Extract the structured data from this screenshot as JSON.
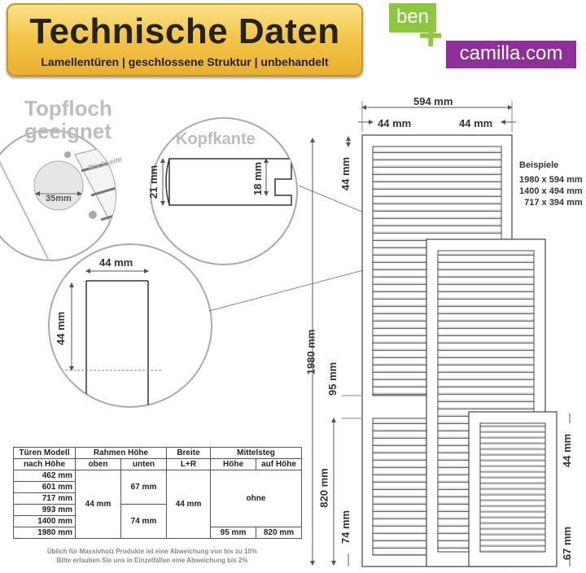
{
  "banner": {
    "title": "Technische Daten",
    "subtitle": "Lamellentüren | geschlossene Struktur | unbehandelt"
  },
  "logo": {
    "part1": "ben",
    "plus": "+",
    "part2": "camilla.com",
    "green": "#8dc63f",
    "purple": "#8e2f9a"
  },
  "topfloch": {
    "line1": "Topfloch",
    "line2": "geeignet",
    "diameter": "35mm",
    "back_label": "Rückseite"
  },
  "kopfkante": {
    "title": "Kopfkante",
    "dim_a": "21 mm",
    "dim_b": "18 mm"
  },
  "corner_detail": {
    "width": "44 mm",
    "height": "44 mm"
  },
  "dims": {
    "total_width": "594 mm",
    "left_frame": "44 mm",
    "right_frame": "44 mm",
    "top_frame": "44 mm",
    "total_height": "1980 mm",
    "midrail": "95 mm",
    "midrail_height": "820 mm",
    "bottom_rail": "74 mm",
    "small_top": "44 mm",
    "small_bottom": "67 mm"
  },
  "examples": {
    "title": "Beispiele",
    "items": [
      "1980 x 594 mm",
      "1400 x 494 mm",
      "717 x 394 mm"
    ]
  },
  "table": {
    "h1": "Türen Modell",
    "h2": "Rahmen Höhe",
    "h3": "Breite",
    "h4": "Mittelsteg",
    "s1": "nach Höhe",
    "s2": "oben",
    "s3": "unten",
    "s4": "L+R",
    "s5": "Höhe",
    "s6": "auf Höhe",
    "rows": [
      "462 mm",
      "601 mm",
      "717 mm",
      "993 mm",
      "1400 mm",
      "1980 mm"
    ],
    "oben": "44 mm",
    "unten_a": "67 mm",
    "unten_b": "74 mm",
    "breite": "44 mm",
    "ohne": "ohne",
    "mid_h": "95 mm",
    "mid_auf": "820 mm"
  },
  "note": {
    "line1": "Üblich für Massivholz Produkte ist eine Abweichung von bis zu 10%",
    "line2": "Bitte erlauben Sie uns in Einzelfällen eine Abweichung bis 2%"
  }
}
